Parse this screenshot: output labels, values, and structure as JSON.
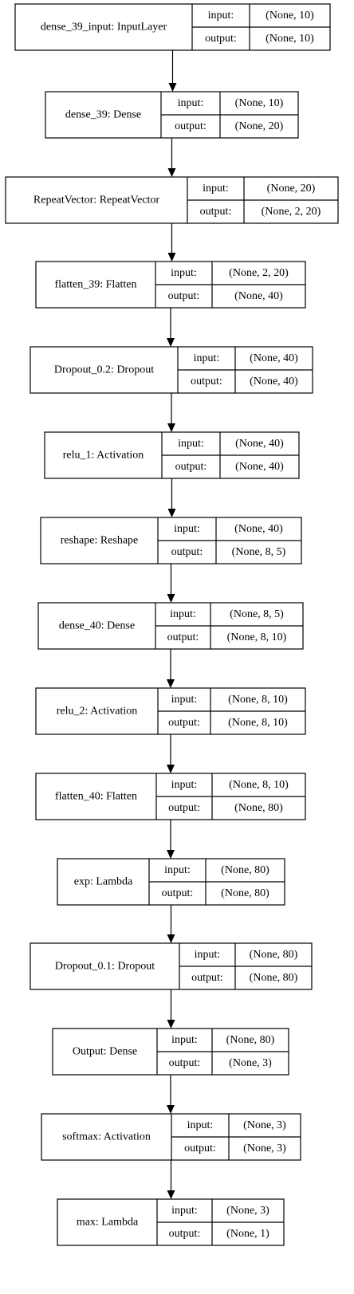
{
  "labels": {
    "input": "input:",
    "output": "output:"
  },
  "layers": [
    {
      "name": "dense_39_input: InputLayer",
      "input": "(None, 10)",
      "output": "(None, 10)"
    },
    {
      "name": "dense_39: Dense",
      "input": "(None, 10)",
      "output": "(None, 20)"
    },
    {
      "name": "RepeatVector: RepeatVector",
      "input": "(None, 20)",
      "output": "(None, 2, 20)"
    },
    {
      "name": "flatten_39: Flatten",
      "input": "(None, 2, 20)",
      "output": "(None, 40)"
    },
    {
      "name": "Dropout_0.2: Dropout",
      "input": "(None, 40)",
      "output": "(None, 40)"
    },
    {
      "name": "relu_1: Activation",
      "input": "(None, 40)",
      "output": "(None, 40)"
    },
    {
      "name": "reshape: Reshape",
      "input": "(None, 40)",
      "output": "(None, 8, 5)"
    },
    {
      "name": "dense_40: Dense",
      "input": "(None, 8, 5)",
      "output": "(None, 8, 10)"
    },
    {
      "name": "relu_2: Activation",
      "input": "(None, 8, 10)",
      "output": "(None, 8, 10)"
    },
    {
      "name": "flatten_40: Flatten",
      "input": "(None, 8, 10)",
      "output": "(None, 80)"
    },
    {
      "name": "exp: Lambda",
      "input": "(None, 80)",
      "output": "(None, 80)"
    },
    {
      "name": "Dropout_0.1: Dropout",
      "input": "(None, 80)",
      "output": "(None, 80)"
    },
    {
      "name": "Output: Dense",
      "input": "(None, 80)",
      "output": "(None, 3)"
    },
    {
      "name": "softmax: Activation",
      "input": "(None, 3)",
      "output": "(None, 3)"
    },
    {
      "name": "max: Lambda",
      "input": "(None, 3)",
      "output": "(None, 1)"
    }
  ]
}
